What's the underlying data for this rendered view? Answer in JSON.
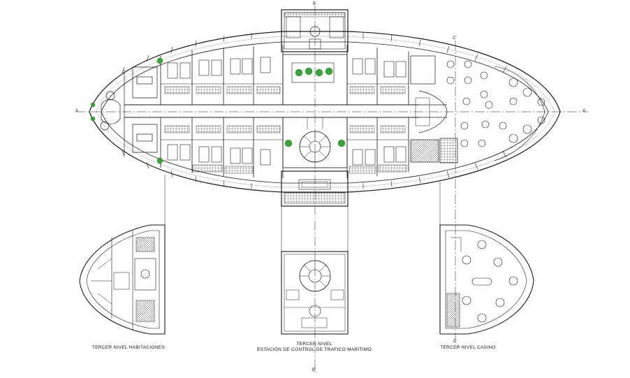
{
  "labels": {
    "habitaciones": "TERCER NIVEL HABITACIONES",
    "estacion_line1": "TERCER NIVEL",
    "estacion_line2": "ESTACIÓN DE CONTROL DE TRAFICO MARITIMO",
    "casino": "TERCER NIVEL CASINO"
  },
  "axes": {
    "a_left": "A",
    "a_right": "A'",
    "b_top": "B",
    "b_bottom": "B'",
    "c_top": "C'",
    "c_bottom": "C"
  },
  "colors": {
    "line": "#1a1a1a",
    "plant": "#3aa33a"
  }
}
